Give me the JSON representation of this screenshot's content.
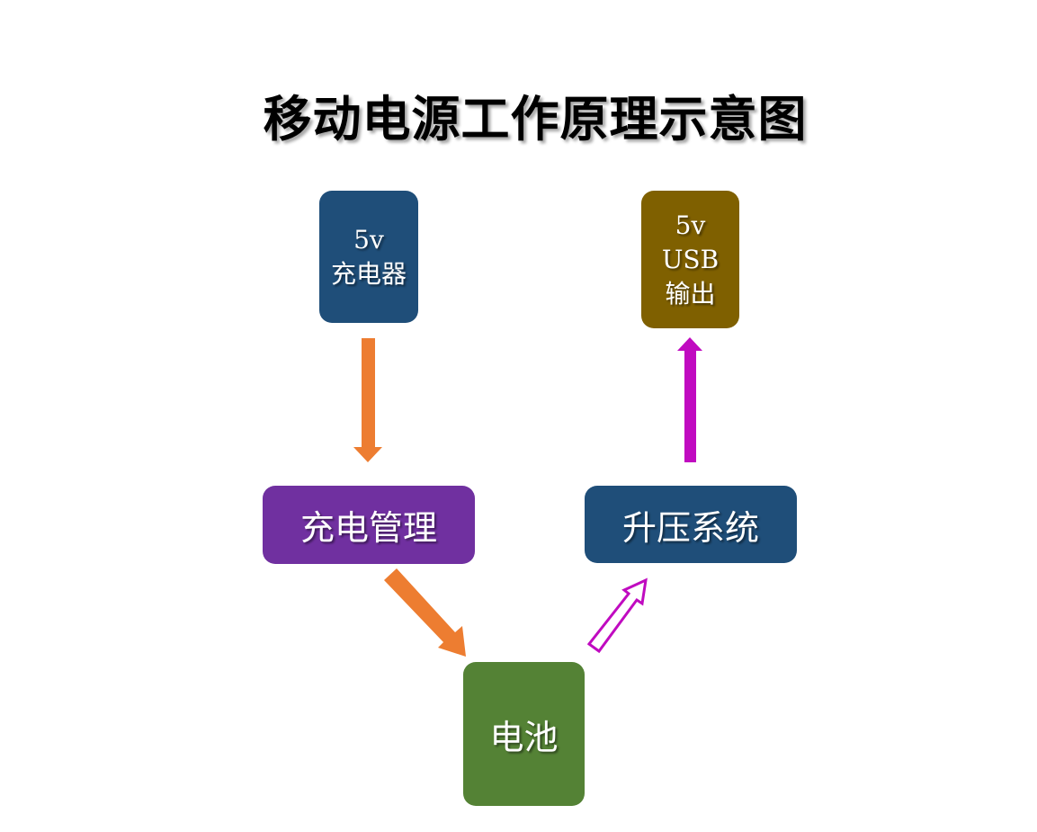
{
  "title": "移动电源工作原理示意图",
  "nodes": {
    "charger": {
      "line1": "5v",
      "line2": "充电器",
      "color": "#1f4e79"
    },
    "usb_output": {
      "line1": "5v",
      "line2": "USB",
      "line3": "输出",
      "color": "#7f6000"
    },
    "charge_management": {
      "label": "充电管理",
      "color": "#7030a0"
    },
    "boost_system": {
      "label": "升压系统",
      "color": "#1f4e79"
    },
    "battery": {
      "label": "电池",
      "color": "#548235"
    }
  },
  "colors": {
    "charge_arrow": "#ed7d31",
    "discharge_arrow": "#c00bc0"
  }
}
